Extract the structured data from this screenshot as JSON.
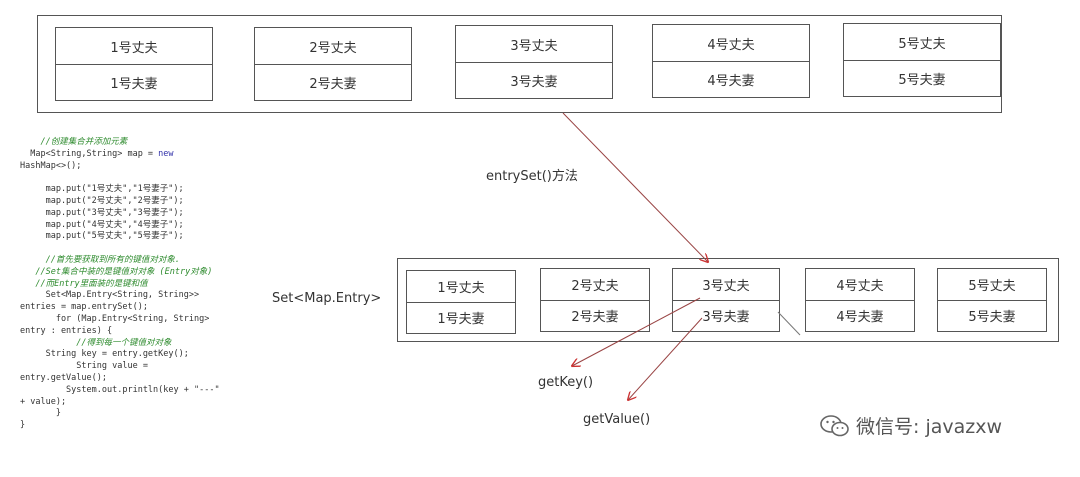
{
  "top_row": [
    {
      "husband": "1号丈夫",
      "wife": "1号夫妻"
    },
    {
      "husband": "2号丈夫",
      "wife": "2号夫妻"
    },
    {
      "husband": "3号丈夫",
      "wife": "3号夫妻"
    },
    {
      "husband": "4号丈夫",
      "wife": "4号夫妻"
    },
    {
      "husband": "5号丈夫",
      "wife": "5号夫妻"
    }
  ],
  "bottom_row": [
    {
      "husband": "1号丈夫",
      "wife": "1号夫妻"
    },
    {
      "husband": "2号丈夫",
      "wife": "2号夫妻"
    },
    {
      "husband": "3号丈夫",
      "wife": "3号夫妻"
    },
    {
      "husband": "4号丈夫",
      "wife": "4号夫妻"
    },
    {
      "husband": "5号丈夫",
      "wife": "5号夫妻"
    }
  ],
  "labels": {
    "entryset_method": "entrySet()方法",
    "set_type": "Set<Map.Entry>",
    "getkey": "getKey()",
    "getvalue": "getValue()"
  },
  "code": {
    "l1": "    //创建集合并添加元素",
    "l2": "  Map<String,String> map = ",
    "l2k": "new",
    "l3": "HashMap<>();",
    "l4": "     map.put(\"1号丈夫\",\"1号妻子\");",
    "l5": "     map.put(\"2号丈夫\",\"2号妻子\");",
    "l6": "     map.put(\"3号丈夫\",\"3号妻子\");",
    "l7": "     map.put(\"4号丈夫\",\"4号妻子\");",
    "l8": "     map.put(\"5号丈夫\",\"5号妻子\");",
    "l9": "     //首先要获取到所有的键值对对象.",
    "l10": "   //Set集合中装的是键值对对象 (Entry对象)",
    "l11": "   //而Entry里面装的是键和值",
    "l12": "     Set<Map.Entry<String, String>>",
    "l13": "entries = map.entrySet();",
    "l14": "       for (Map.Entry<String, String>",
    "l15": "entry : entries) {",
    "l16": "           //得到每一个键值对对象",
    "l17": "     String key = entry.getKey();",
    "l18": "           String value =",
    "l19": "entry.getValue();",
    "l20": "         System.out.println(key + \"---\"",
    "l21": "+ value);",
    "l22": "       }",
    "l23": "}"
  },
  "watermark": {
    "text": "微信号: javazxw",
    "icon": "wechat-icon"
  }
}
